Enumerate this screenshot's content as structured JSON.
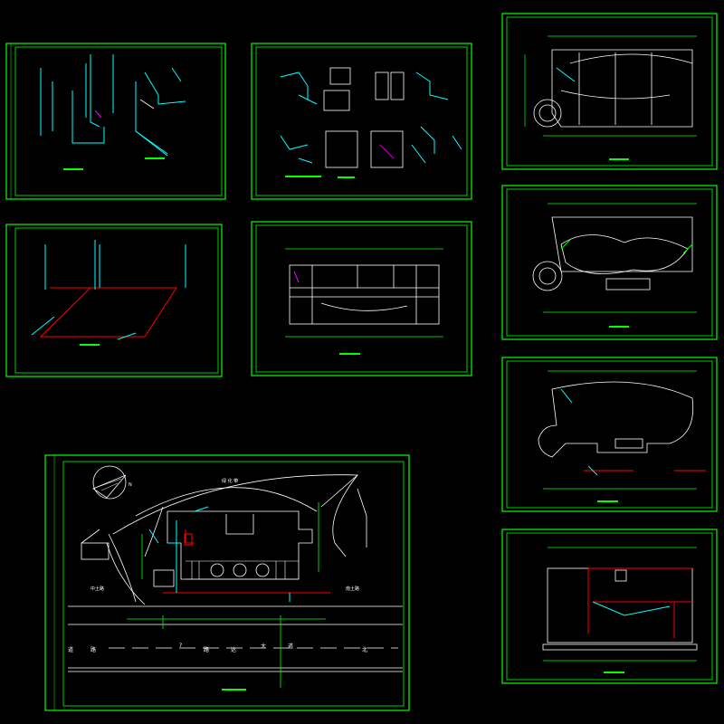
{
  "colors": {
    "background": "#000000",
    "frame": "#00ff00",
    "wall": "#ffffff",
    "pipe_cyan": "#00ffff",
    "pipe_red": "#ff0000",
    "pipe_magenta": "#ff00ff",
    "note_green": "#00ff00"
  },
  "drawing": {
    "layout": "CAD multi-sheet model space",
    "sheet_count": 9,
    "icons": [
      "north-arrow-icon",
      "compass-icon"
    ]
  },
  "site_plan": {
    "road_chars": [
      "道",
      "路",
      "?",
      "路",
      "达",
      "大",
      "道",
      "北"
    ],
    "left_label": "中土路",
    "right_label": "南土路",
    "upper_label": "绿 化 带"
  }
}
